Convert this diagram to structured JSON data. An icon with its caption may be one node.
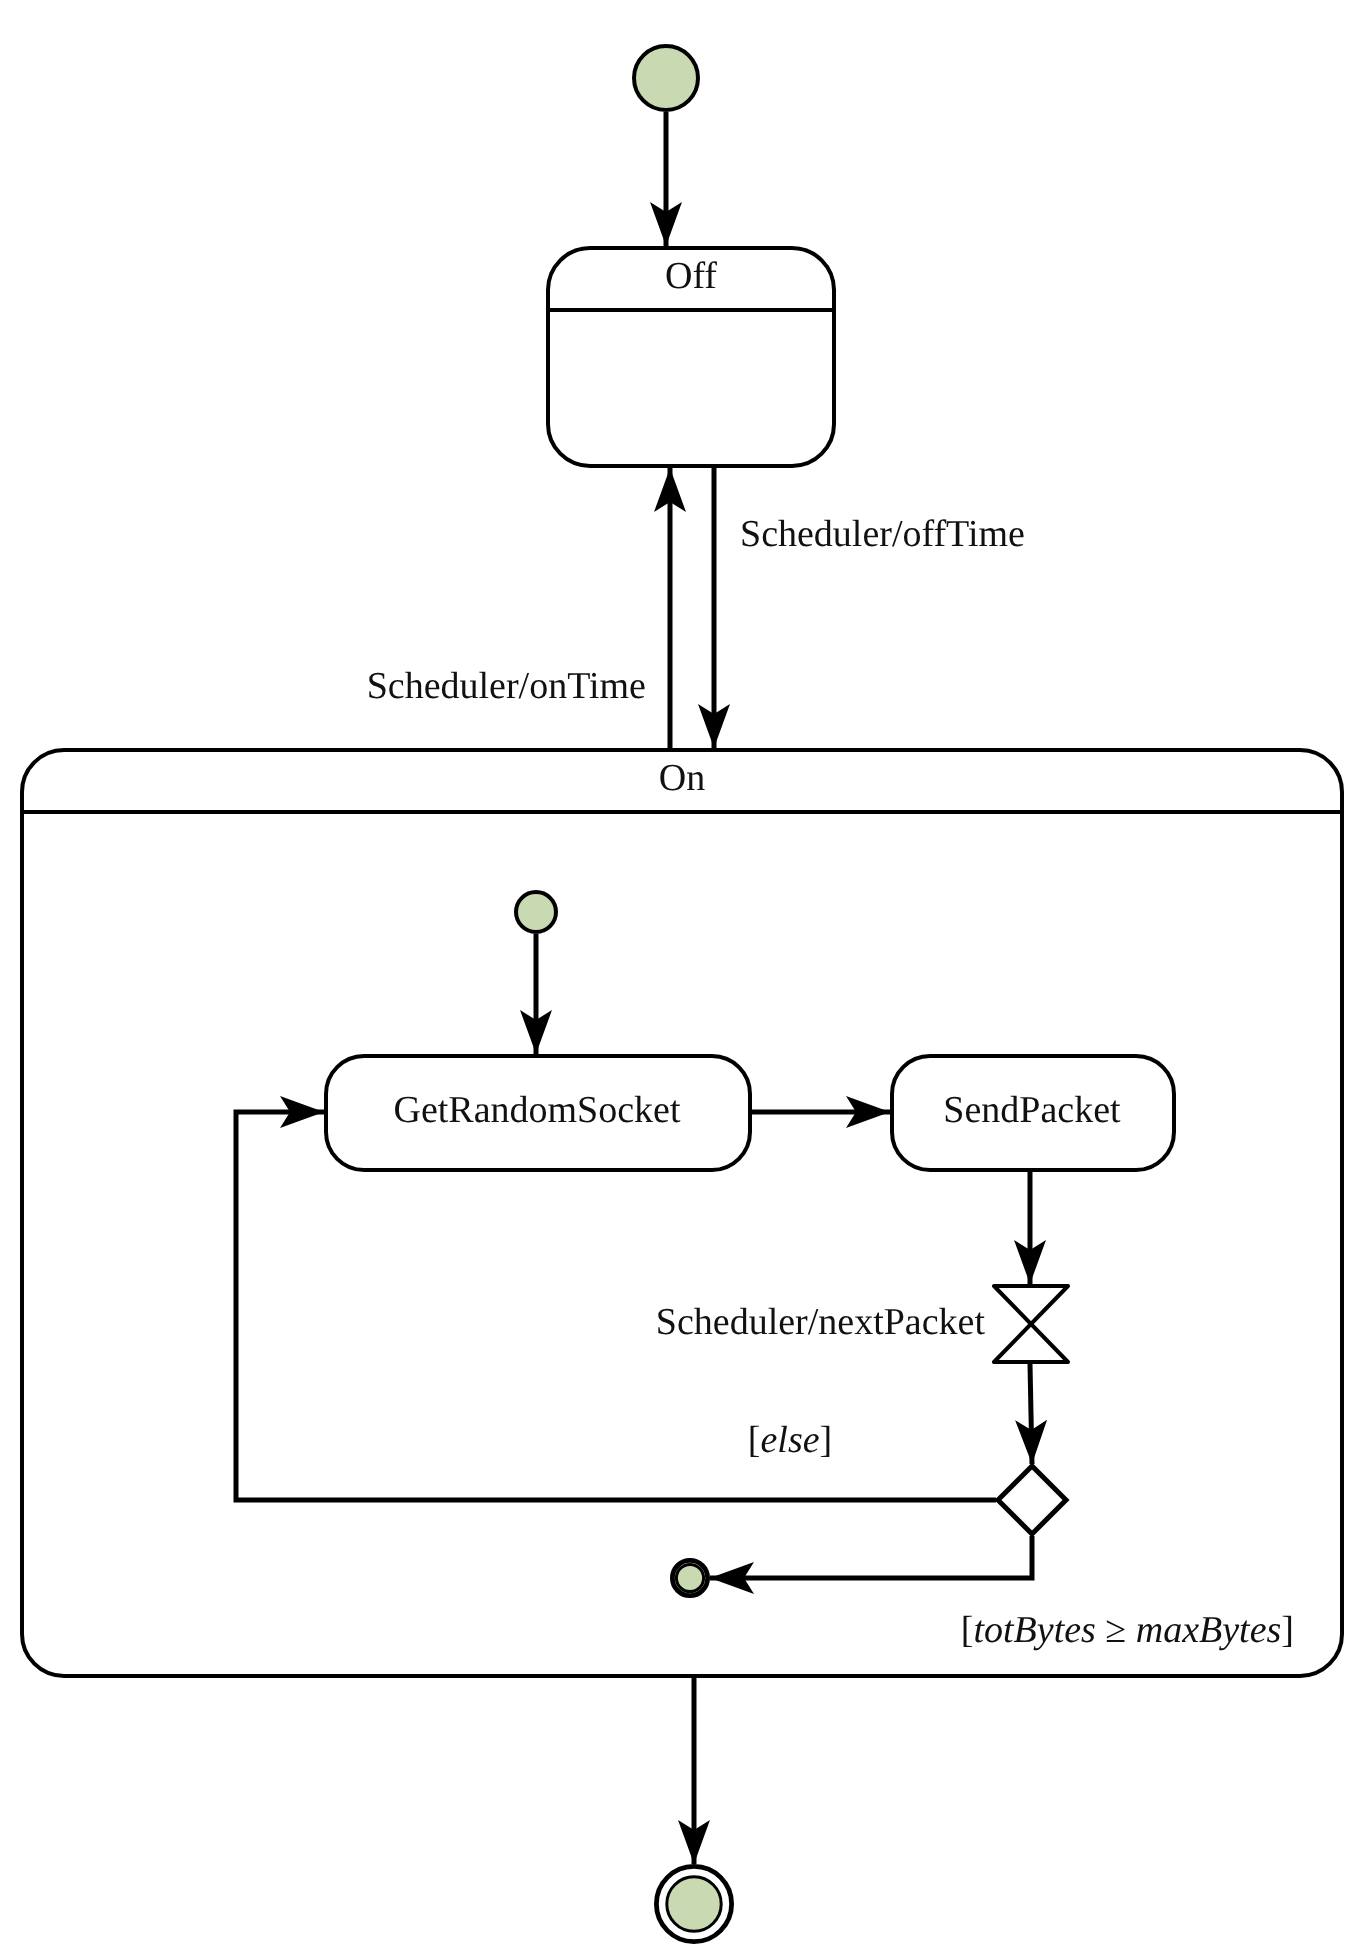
{
  "diagram": {
    "nodes": [
      {
        "text": [],
        "shape": "circle"
      },
      {
        "text": [
          "Off"
        ]
      },
      {
        "text": [
          "On"
        ]
      },
      {
        "text": [],
        "shape": "circle",
        "in": 2
      },
      {
        "text": [
          "GetRandomSocket"
        ],
        "in": 2
      },
      {
        "text": [
          "SendPacket"
        ],
        "in": 2
      },
      {
        "text": [],
        "shape": "hourglass",
        "in": 2,
        "beside": [
          "Scheduler/nextPacket"
        ]
      },
      {
        "text": [],
        "shape": "diamond",
        "in": 2
      },
      {
        "text": [],
        "shape": "bullseye",
        "in": 2
      },
      {
        "text": [],
        "shape": "bullseye"
      }
    ],
    "edges": [
      {
        "from": 0,
        "to": 1,
        "arrow": "to"
      },
      {
        "from": 2,
        "to": 1,
        "arrow": "to",
        "label": "Scheduler/onTime"
      },
      {
        "from": 1,
        "to": 2,
        "arrow": "to",
        "label": "Scheduler/offTime"
      },
      {
        "from": 3,
        "to": 4,
        "arrow": "to"
      },
      {
        "from": 4,
        "to": 5,
        "arrow": "to"
      },
      {
        "from": 5,
        "to": 6,
        "arrow": "to"
      },
      {
        "from": 6,
        "to": 7,
        "arrow": "to"
      },
      {
        "from": 7,
        "to": 4,
        "arrow": "to",
        "label": "[*else*]"
      },
      {
        "from": 7,
        "to": 8,
        "arrow": "to",
        "label": "[*totBytes* ≥ *maxBytes*]"
      },
      {
        "from": 2,
        "to": 9,
        "arrow": "to"
      }
    ]
  }
}
